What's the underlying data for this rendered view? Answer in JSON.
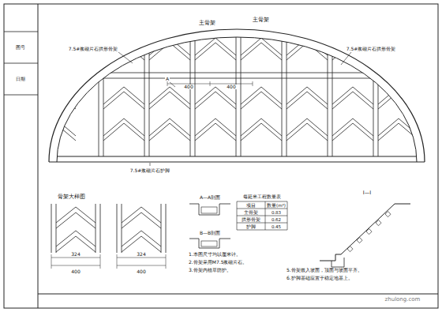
{
  "diagram": {
    "labels": [
      "主骨架",
      "主骨架",
      "7.5#浆砌片石拱形骨架",
      "7.5#浆砌片石拱形骨架",
      "400",
      "400",
      "A",
      "7.5#浆砌片石护脚",
      "骨架大样图",
      "324",
      "324",
      "400",
      "400",
      "A—A剖面",
      "B—B剖面",
      "每延米工程数量表",
      "项目",
      "数量(m³)",
      "主骨架",
      "0.83",
      "拱形骨架",
      "0.62",
      "护脚",
      "0.45",
      "I—I",
      "1.本图尺寸均以厘米计。",
      "2.骨架采用M7.5浆砌片石。",
      "3.骨架内植草防护。",
      "5.骨架嵌入坡面，顶面与坡面平齐。",
      "6.护脚基础应置于稳定地基上。",
      "图号",
      "日期",
      "zhulong.com"
    ]
  }
}
